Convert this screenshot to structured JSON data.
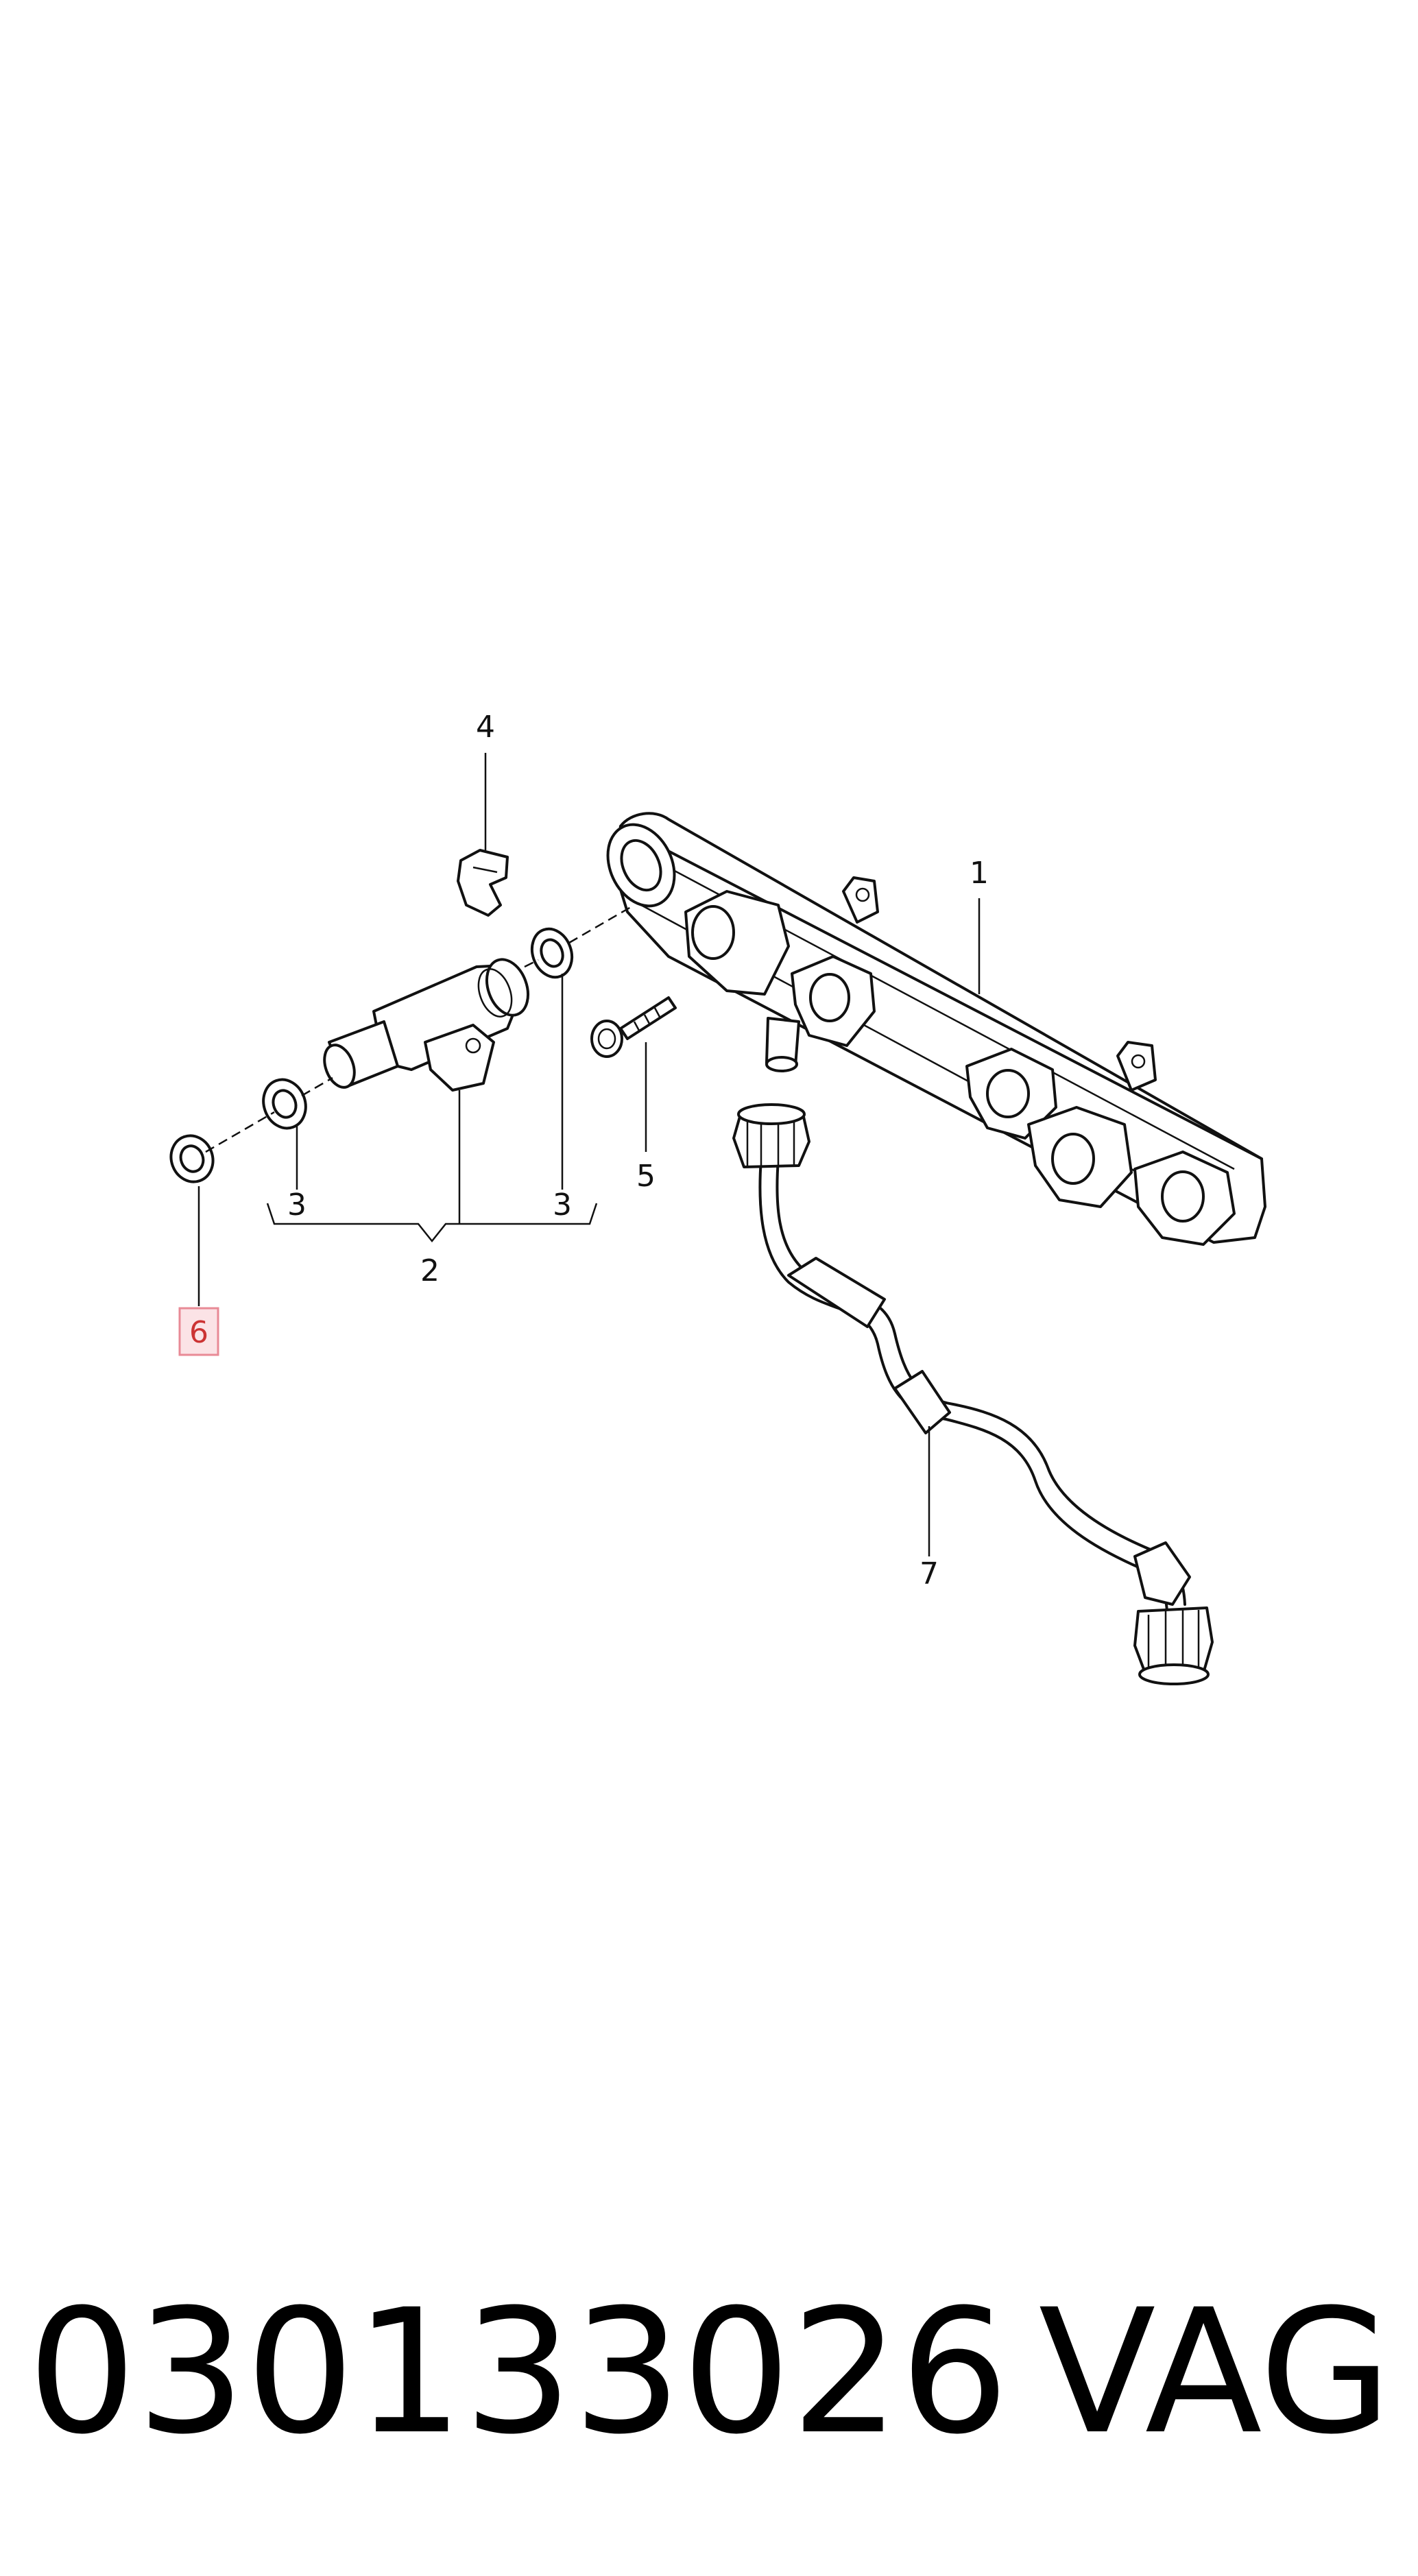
{
  "callouts": {
    "c1": "1",
    "c2": "2",
    "c3a": "3",
    "c3b": "3",
    "c4": "4",
    "c5": "5",
    "c6": "6",
    "c7": "7"
  },
  "highlight_color": "#e88a96",
  "footer": {
    "part_number": "030133026",
    "brand": "VAG"
  }
}
